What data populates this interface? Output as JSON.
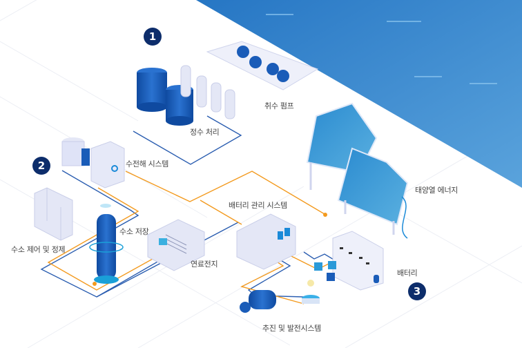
{
  "steps": [
    {
      "number": "1"
    },
    {
      "number": "2"
    },
    {
      "number": "3"
    }
  ],
  "labels": {
    "intake_pump": "취수 펌프",
    "water_treatment": "정수 처리",
    "electrolysis": "수전해 시스템",
    "solar": "태양열 에너지",
    "bms": "배터리 관리 시스템",
    "h2_storage": "수소 저장",
    "h2_control": "수소 제어 및 정제",
    "fuel_cell": "연료전지",
    "battery": "배터리",
    "propulsion": "추진 및 발전시스템"
  },
  "colors": {
    "sea": "#2f80c9",
    "navy": "#0d2d6b",
    "blue_line": "#2a5db0",
    "orange_line": "#f39a1e",
    "equipment": "#dfe3f7",
    "tank": "#1a5cb8"
  }
}
